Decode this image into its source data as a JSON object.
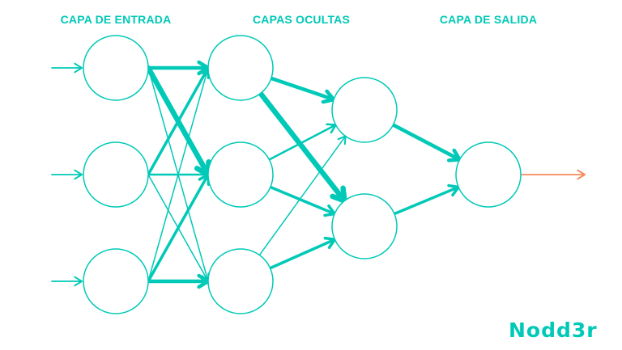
{
  "titles": {
    "input": "CAPA DE ENTRADA",
    "hidden": "CAPAS OCULTAS",
    "output": "CAPA DE SALIDA"
  },
  "logo": "Nodd3r",
  "colors": {
    "node": "#00c9b7",
    "output_arrow": "#f58a5c"
  },
  "network": {
    "layers": [
      [
        "i1",
        "i2",
        "i3"
      ],
      [
        "h1",
        "h2",
        "h3"
      ],
      [
        "g1",
        "g2"
      ],
      [
        "o1"
      ]
    ],
    "edges": [
      {
        "from": "i1",
        "to": "h1",
        "weight": 4
      },
      {
        "from": "i1",
        "to": "h2",
        "weight": 5
      },
      {
        "from": "i1",
        "to": "h3",
        "weight": 1
      },
      {
        "from": "i2",
        "to": "h1",
        "weight": 3
      },
      {
        "from": "i2",
        "to": "h2",
        "weight": 2
      },
      {
        "from": "i2",
        "to": "h3",
        "weight": 1
      },
      {
        "from": "i3",
        "to": "h1",
        "weight": 1
      },
      {
        "from": "i3",
        "to": "h2",
        "weight": 3
      },
      {
        "from": "i3",
        "to": "h3",
        "weight": 4
      },
      {
        "from": "h1",
        "to": "g1",
        "weight": 4
      },
      {
        "from": "h1",
        "to": "g2",
        "weight": 5
      },
      {
        "from": "h2",
        "to": "g1",
        "weight": 2
      },
      {
        "from": "h2",
        "to": "g2",
        "weight": 3
      },
      {
        "from": "h3",
        "to": "g1",
        "weight": 1
      },
      {
        "from": "h3",
        "to": "g2",
        "weight": 3
      },
      {
        "from": "g1",
        "to": "o1",
        "weight": 4
      },
      {
        "from": "g2",
        "to": "o1",
        "weight": 3
      }
    ]
  }
}
